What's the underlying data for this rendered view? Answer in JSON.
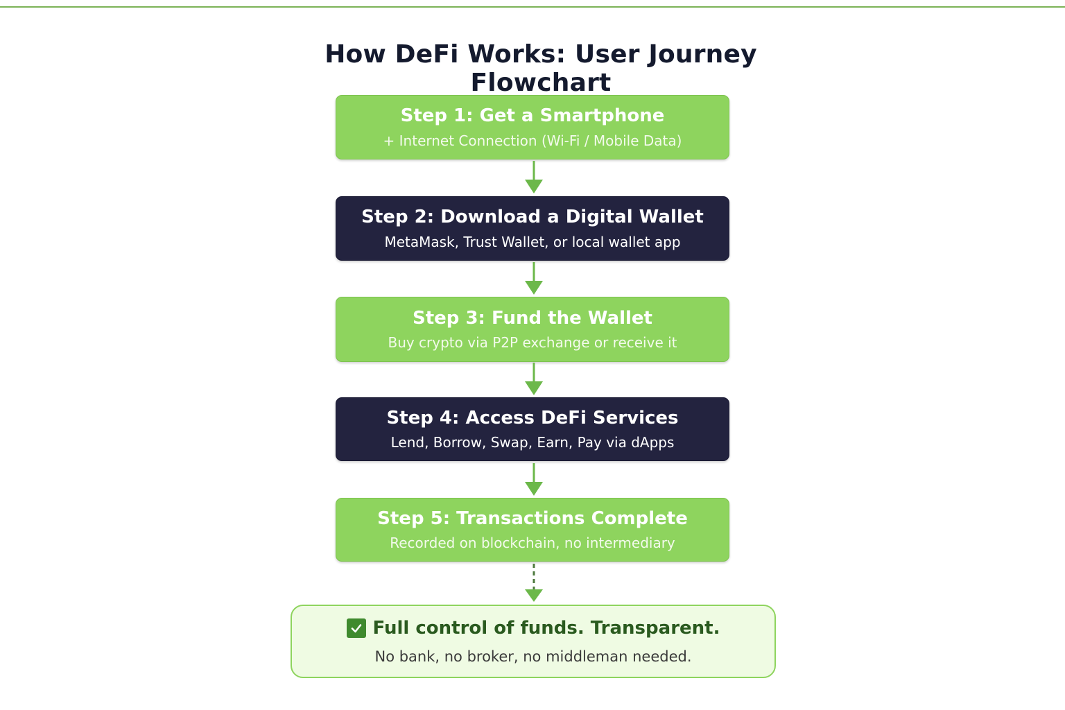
{
  "title": "How DeFi Works: User Journey Flowchart",
  "colors": {
    "step_green": "#8ed45e",
    "step_navy": "#23233f",
    "arrow_green": "#6cb84a",
    "outcome_bg": "#effbe3",
    "outcome_border": "#8ed45e",
    "check_green": "#3f8a2e"
  },
  "steps": [
    {
      "title": "Step 1: Get a Smartphone",
      "subtitle": "+ Internet Connection (Wi-Fi / Mobile Data)"
    },
    {
      "title": "Step 2: Download a Digital Wallet",
      "subtitle": "MetaMask, Trust Wallet, or local wallet app"
    },
    {
      "title": "Step 3: Fund the Wallet",
      "subtitle": "Buy crypto via P2P exchange or receive it"
    },
    {
      "title": "Step 4: Access DeFi Services",
      "subtitle": "Lend, Borrow, Swap, Earn, Pay via dApps"
    },
    {
      "title": "Step 5: Transactions Complete",
      "subtitle": "Recorded on blockchain, no intermediary"
    }
  ],
  "outcome": {
    "icon": "check-box-icon",
    "title": "Full control of funds. Transparent.",
    "subtitle": "No bank, no broker, no middleman needed."
  }
}
